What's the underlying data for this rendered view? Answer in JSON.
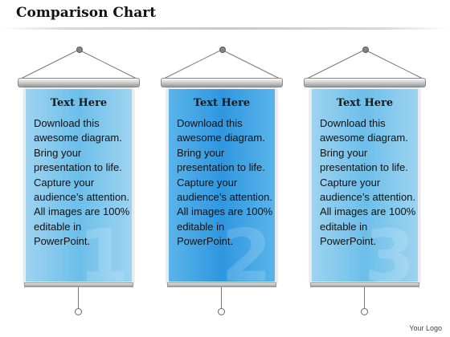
{
  "title": "Comparison Chart",
  "logo": "Your Logo",
  "banners": [
    {
      "heading": "Text Here",
      "text": "Download this awesome diagram. Bring your presentation to life. Capture your audience’s attention. All images are 100% editable in PowerPoint.",
      "digit": "1",
      "color": "#7cc8ee"
    },
    {
      "heading": "Text Here",
      "text": "Download this awesome diagram. Bring your presentation to life. Capture your audience’s attention. All images are 100% editable in PowerPoint.",
      "digit": "2",
      "color": "#3aa0e4"
    },
    {
      "heading": "Text Here",
      "text": "Download this awesome diagram. Bring your presentation to life. Capture your audience’s attention. All images are 100% editable in PowerPoint.",
      "digit": "3",
      "color": "#7cc8ee"
    }
  ]
}
